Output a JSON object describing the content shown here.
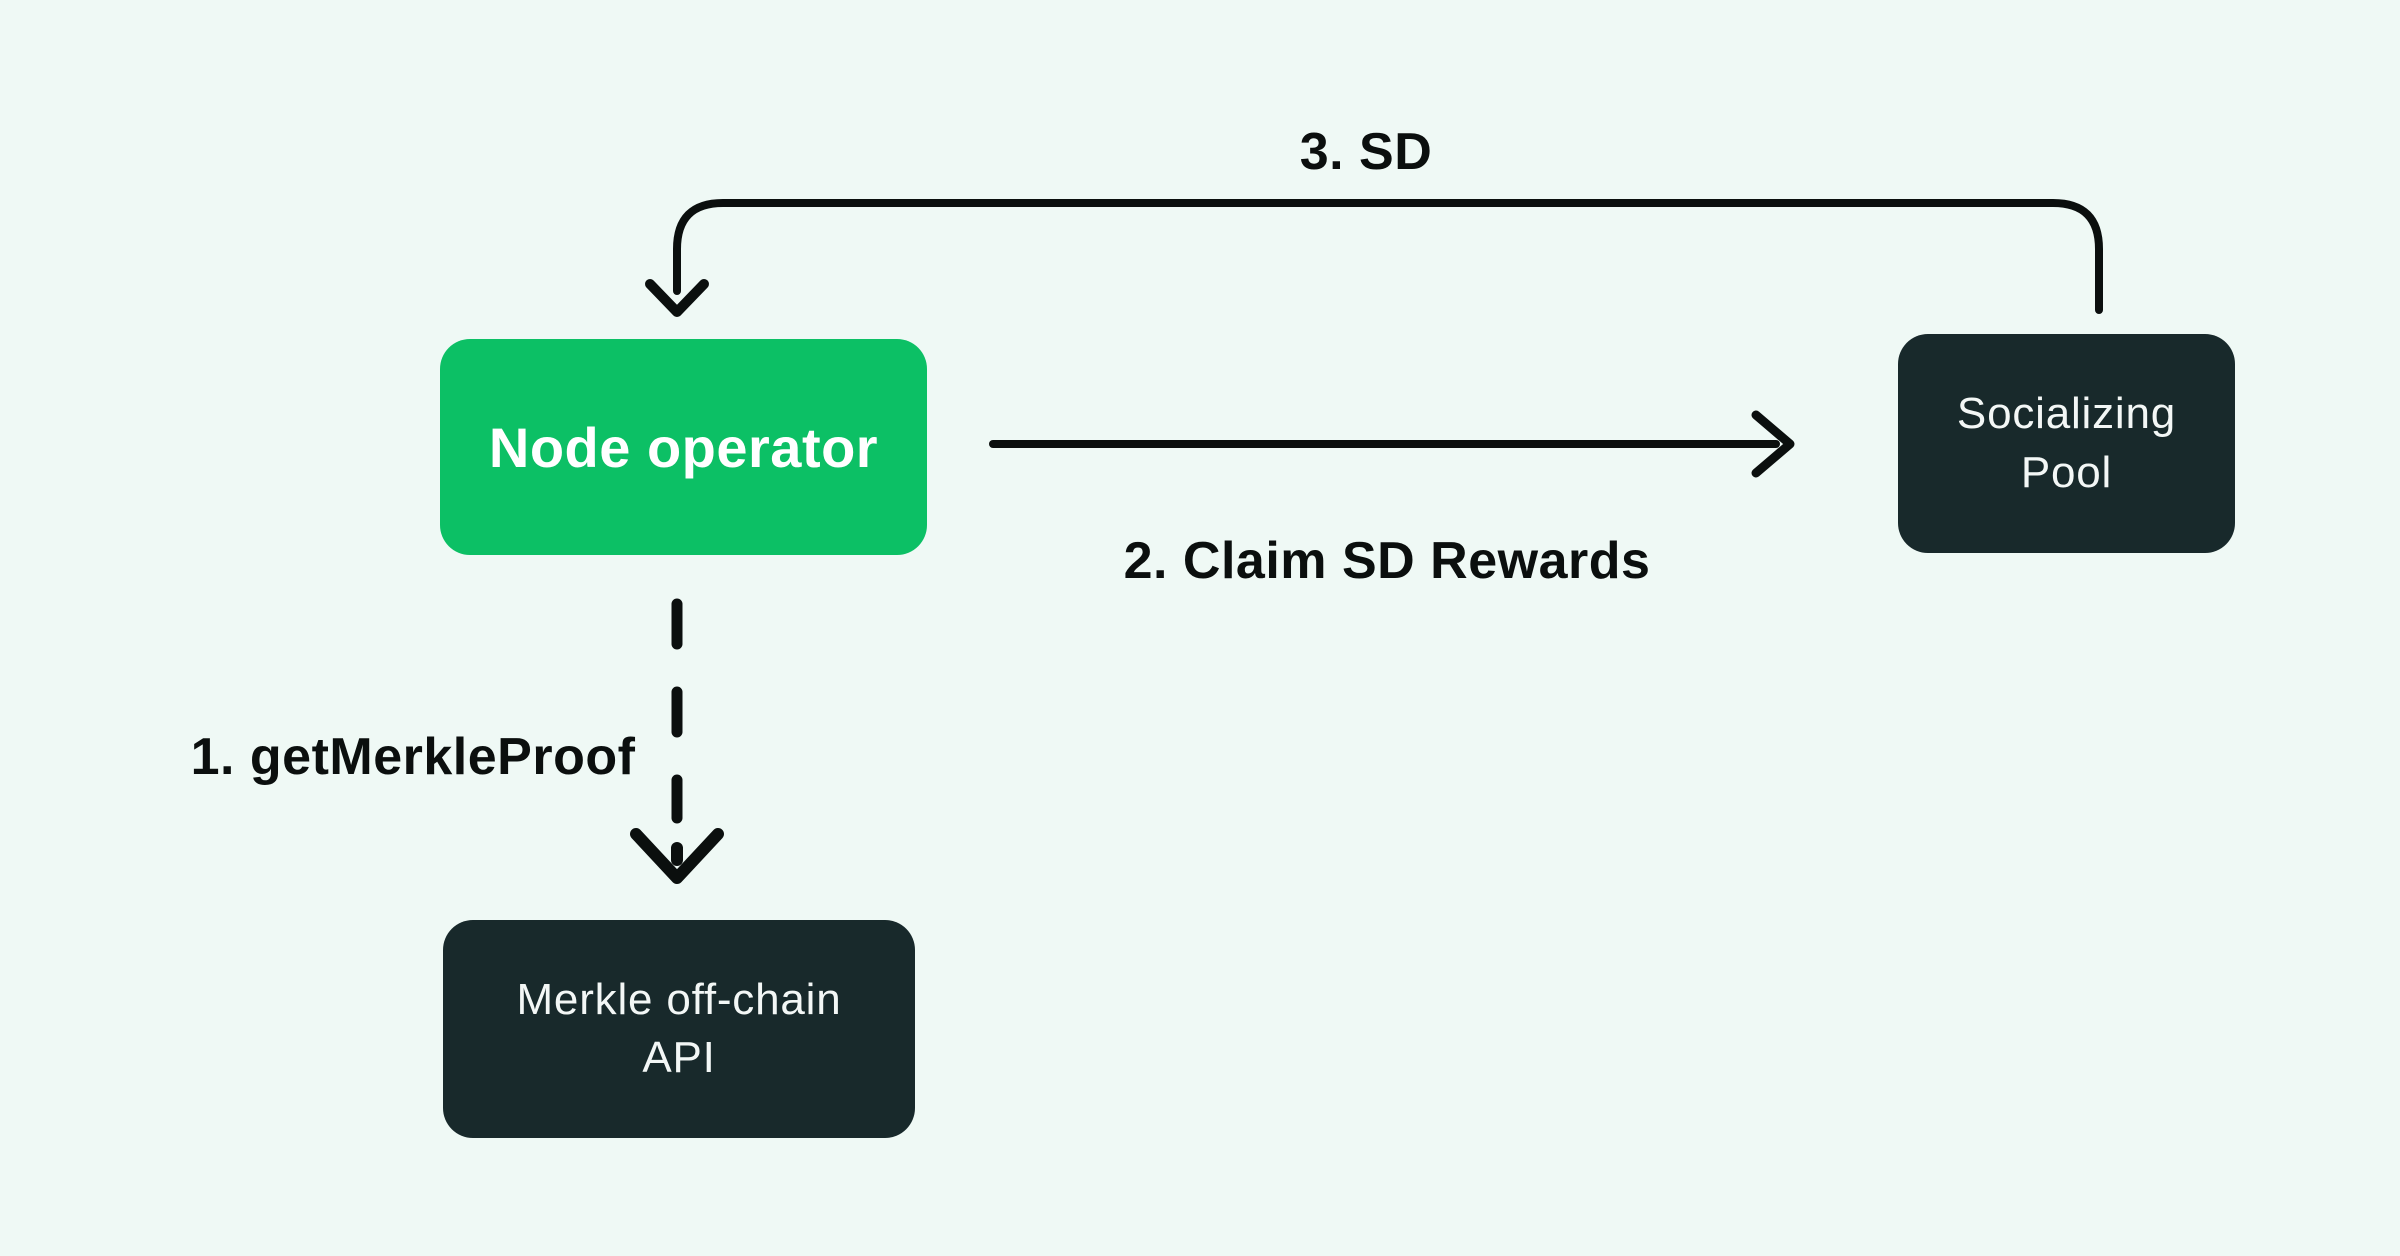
{
  "colors": {
    "bg": "#eff9f5",
    "green": "#0cc065",
    "dark": "#18292b",
    "ink": "#0b0f0e",
    "box-text": "#f3f7f6"
  },
  "nodes": {
    "node_operator": {
      "label": "Node operator",
      "color": "#0cc065"
    },
    "socializing_pool": {
      "label": "Socializing Pool",
      "color": "#18292b"
    },
    "merkle_api": {
      "label": "Merkle off-chain API",
      "color": "#18292b"
    }
  },
  "edges": {
    "get_merkle_proof": {
      "label": "1. getMerkleProof",
      "from": "Node operator",
      "to": "Merkle off-chain API",
      "style": "dashed"
    },
    "claim_sd_rewards": {
      "label": "2. Claim SD Rewards",
      "from": "Node operator",
      "to": "Socializing Pool",
      "style": "solid"
    },
    "sd_return": {
      "label": "3. SD",
      "from": "Socializing Pool",
      "to": "Node operator",
      "style": "solid"
    }
  }
}
